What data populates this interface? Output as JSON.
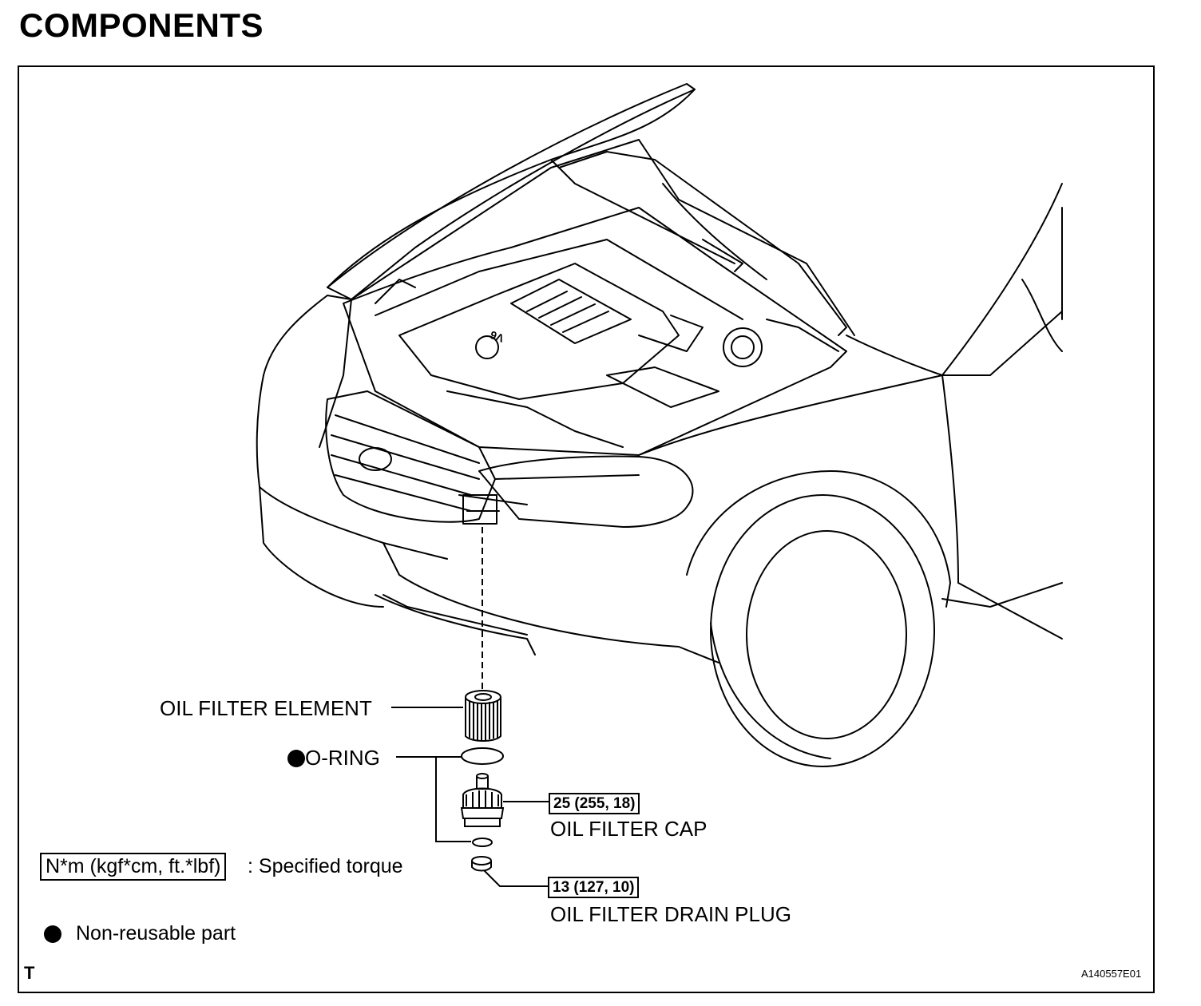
{
  "title": "COMPONENTS",
  "labels": {
    "oil_filter_element": "OIL FILTER ELEMENT",
    "o_ring": "O-RING",
    "oil_filter_cap": "OIL FILTER CAP",
    "oil_filter_drain_plug": "OIL FILTER DRAIN PLUG"
  },
  "torques": {
    "oil_filter_cap": "25 (255, 18)",
    "oil_filter_drain_plug": "13 (127, 10)"
  },
  "legend": {
    "torque_unit": "N*m (kgf*cm, ft.*lbf)",
    "torque_text": ": Specified torque",
    "non_reusable_text": "Non-reusable part"
  },
  "engine_badge": "V6",
  "corner_left": "T",
  "figure_id": "A140557E01",
  "colors": {
    "line": "#000000",
    "background": "#ffffff"
  }
}
